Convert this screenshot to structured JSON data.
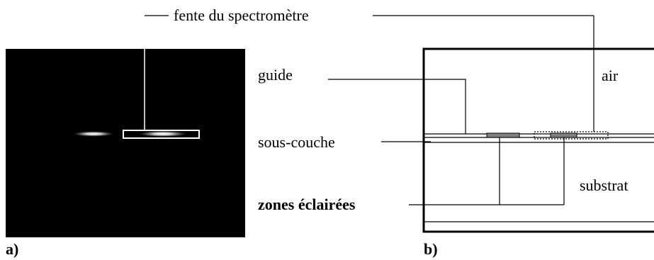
{
  "labels": {
    "slit": "fente du spectromètre",
    "guide": "guide",
    "air": "air",
    "underlayer": "sous-couche",
    "substrate": "substrat",
    "lit_zones": "zones éclairées",
    "panel_a": "a)",
    "panel_b": "b)"
  },
  "colors": {
    "image_background": "#000000",
    "line": "#000000",
    "glow": "#ffffff",
    "lit_zone_fill": "#808080"
  }
}
